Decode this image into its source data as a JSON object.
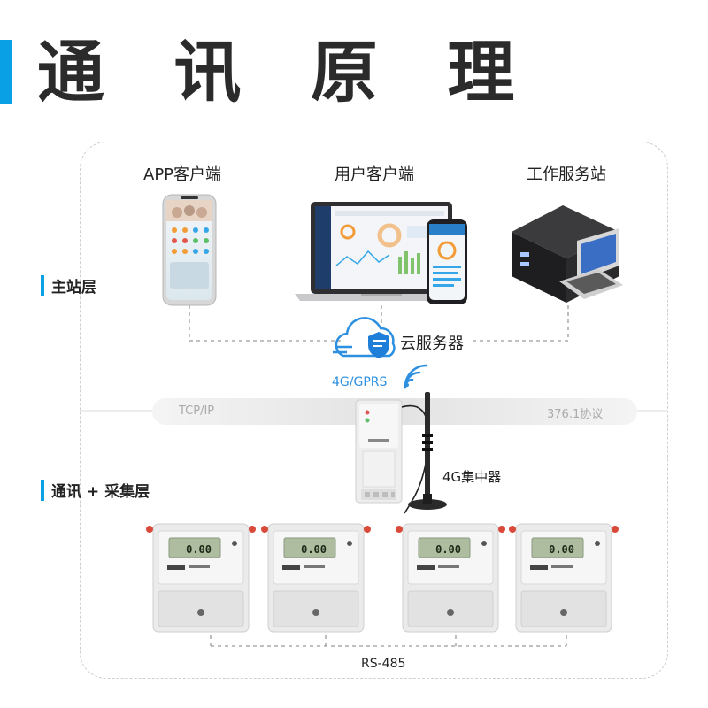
{
  "title": "通 讯 原 理",
  "layers": {
    "master": "主站层",
    "comm": "通讯 + 采集层"
  },
  "devices": {
    "app": "APP客户端",
    "user": "用户客户端",
    "server": "工作服务站",
    "cloud": "云服务器",
    "concentrator": "4G集中器"
  },
  "links": {
    "wireless": "4G/GPRS",
    "tcp": "TCP/IP",
    "protocol": "376.1协议",
    "bus": "RS-485"
  },
  "meters": [
    {
      "reading": "0.00"
    },
    {
      "reading": "0.00"
    },
    {
      "reading": "0.00"
    },
    {
      "reading": "0.00"
    }
  ],
  "colors": {
    "accent": "#0aa0e6",
    "frame": "#cfcfcf",
    "meter_body": "#ebebeb",
    "meter_screen": "#aebca0"
  }
}
